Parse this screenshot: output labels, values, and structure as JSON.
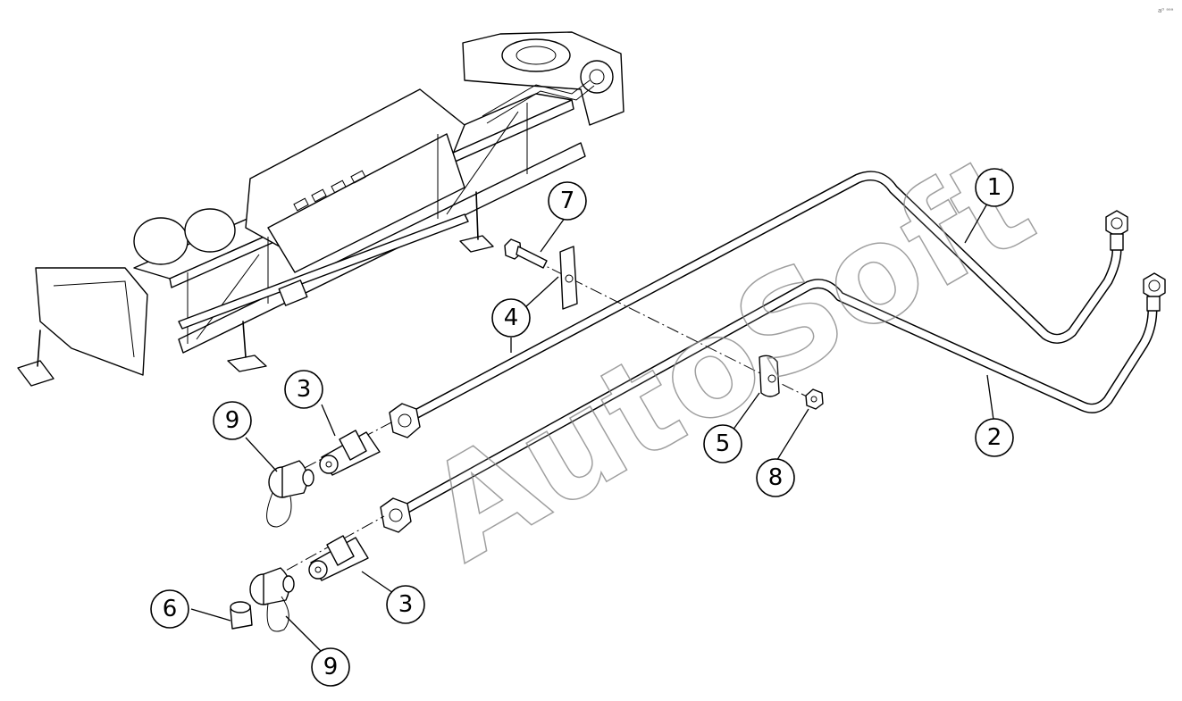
{
  "watermark": "AutoSoft",
  "corner_mark": "a⁰ ᵃᵃᵃ",
  "callouts": [
    {
      "id": "c1",
      "label": "1"
    },
    {
      "id": "c2",
      "label": "2"
    },
    {
      "id": "c3a",
      "label": "3"
    },
    {
      "id": "c3b",
      "label": "3"
    },
    {
      "id": "c4",
      "label": "4"
    },
    {
      "id": "c5",
      "label": "5"
    },
    {
      "id": "c6",
      "label": "6"
    },
    {
      "id": "c7",
      "label": "7"
    },
    {
      "id": "c8",
      "label": "8"
    },
    {
      "id": "c9a",
      "label": "9"
    },
    {
      "id": "c9b",
      "label": "9"
    }
  ]
}
